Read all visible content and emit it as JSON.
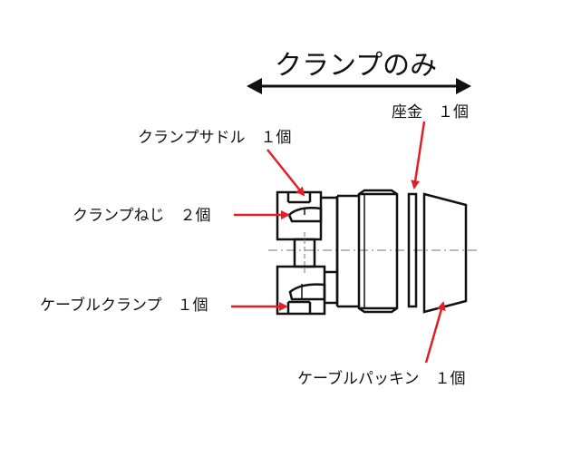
{
  "title": "クランプのみ",
  "labels": {
    "washer": "座金　１個",
    "saddle": "クランプサドル　１個",
    "screw": "クランプねじ　２個",
    "cable_clamp": "ケーブルクランプ　１個",
    "packing": "ケーブルパッキン　１個"
  },
  "colors": {
    "arrow": "#e01f26",
    "line": "#111111",
    "background": "#ffffff"
  }
}
